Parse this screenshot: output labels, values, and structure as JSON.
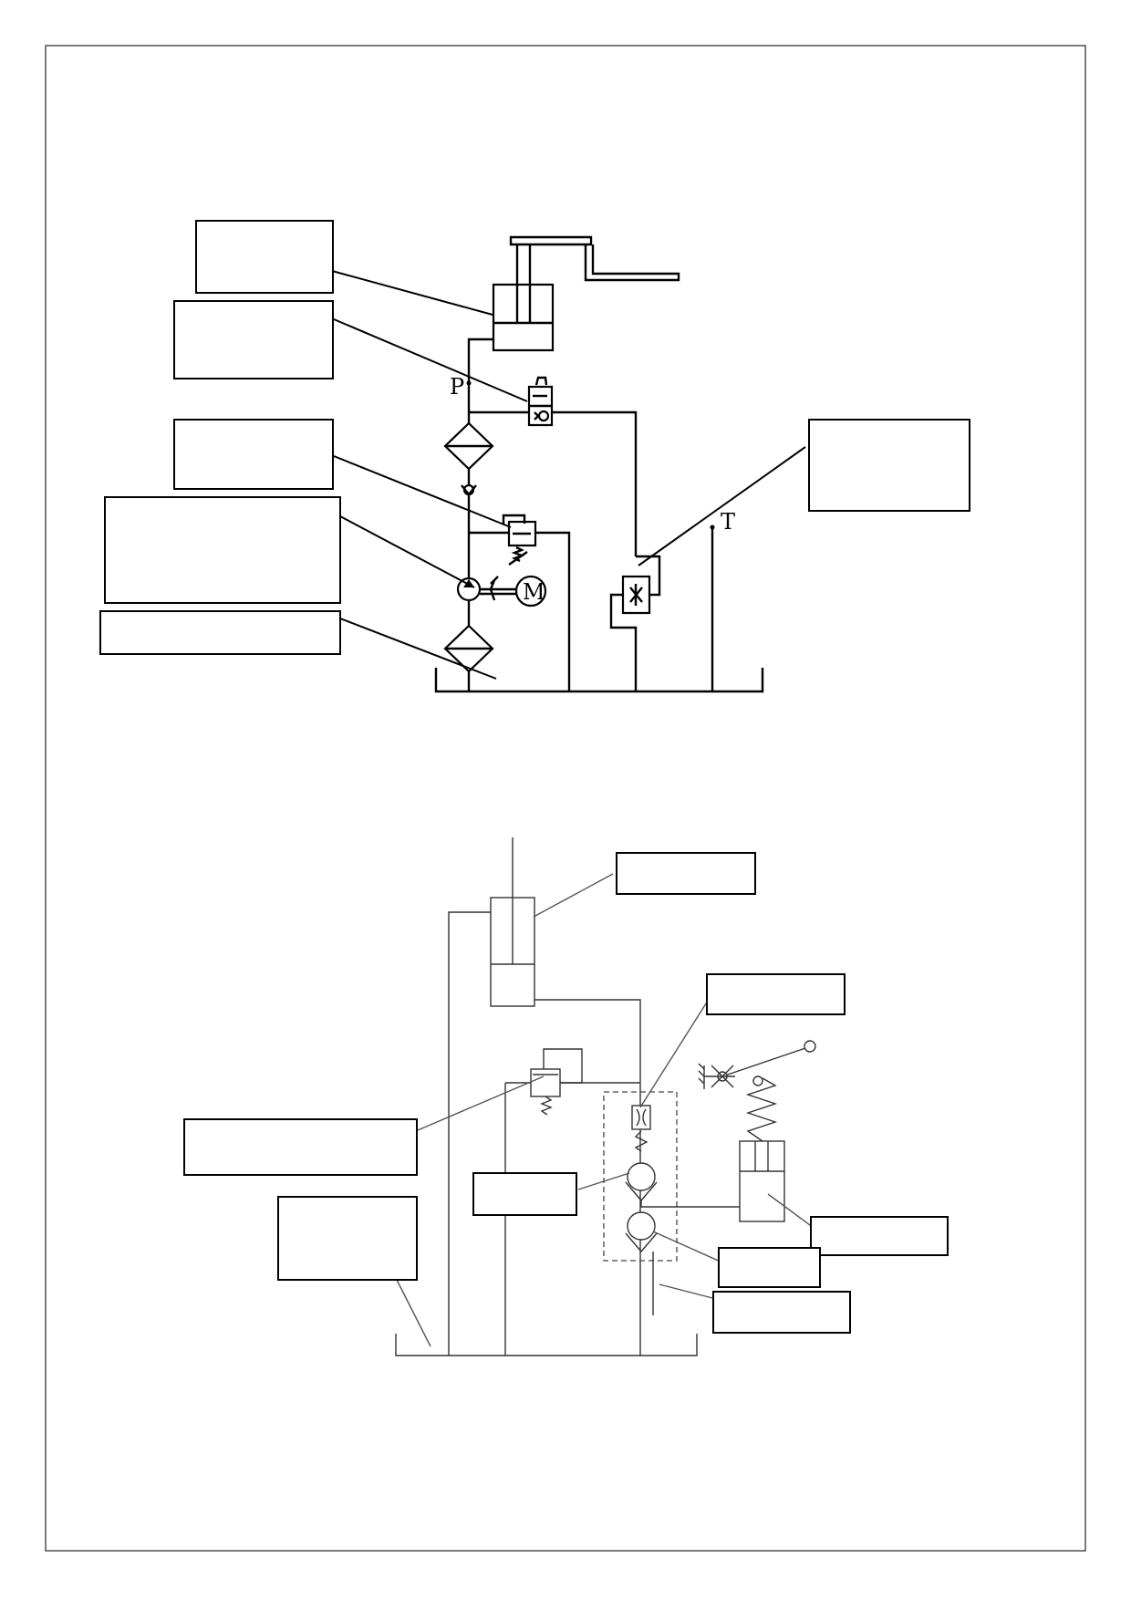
{
  "diagram1": {
    "ports": {
      "pressure": "P",
      "tank": "T"
    },
    "motor_letter": "M",
    "callouts": [
      {
        "text": ""
      },
      {
        "text": ""
      },
      {
        "text": ""
      },
      {
        "text": ""
      },
      {
        "text": ""
      },
      {
        "text": ""
      }
    ]
  },
  "diagram2": {
    "callouts": [
      {
        "text": ""
      },
      {
        "text": ""
      },
      {
        "text": ""
      },
      {
        "text": ""
      },
      {
        "text": ""
      },
      {
        "text": ""
      },
      {
        "text": ""
      },
      {
        "text": ""
      }
    ]
  }
}
